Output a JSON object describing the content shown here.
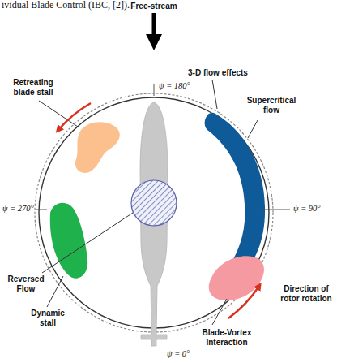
{
  "diagram": {
    "labels": [
      "ividual Blade Control (IBC, [2]).",
      "Free-stream",
      "ψ = 180°",
      "3-D flow effects",
      "Retreating blade stall",
      "Supercritical flow",
      "ψ = 270°",
      "ψ = 90°",
      "Reversed Flow",
      "Direction of rotor rotation",
      "Dynamic stall",
      "Blade-Vortex Interaction",
      "ψ = 0°"
    ]
  }
}
